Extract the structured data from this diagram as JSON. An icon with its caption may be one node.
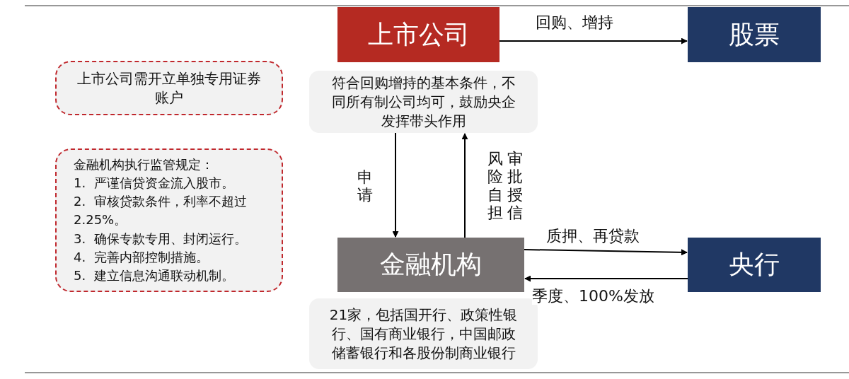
{
  "diagram": {
    "nodes": [
      {
        "text": [
          "上市公司"
        ]
      },
      {
        "text": [
          "股票"
        ]
      },
      {
        "text": [
          "符合回购增持的基本条件，不同所有制公司均可，鼓励央企发挥带头作用"
        ]
      },
      {
        "text": [
          "金融机构"
        ]
      },
      {
        "text": [
          "央行"
        ]
      },
      {
        "text": [
          "21家，包括国开行、政策性银行、国有商业银行，中国邮政储蓄银行和各股份制商业银行"
        ]
      },
      {
        "text": [
          "上市公司需开立单独专用证券账户"
        ]
      },
      {
        "text": [
          "金融机构执行监管规定：",
          "1.  严谨信贷资金流入股市。",
          "2.  审核贷款条件，利率不超过2.25%。",
          "3.  确保专款专用、封闭运行。",
          "4.  完善内部控制措施。",
          "5.  建立信息沟通联动机制。"
        ]
      }
    ],
    "edges": [
      {
        "from": 0,
        "to": 1,
        "arrow": "to",
        "label": "回购、增持"
      },
      {
        "from": 2,
        "to": 3,
        "arrow": "to",
        "label": "申请"
      },
      {
        "from": 3,
        "to": 2,
        "arrow": "to",
        "label": "审批授信"
      },
      {
        "from": 3,
        "to": 4,
        "arrow": "to",
        "label": "质押、再贷款"
      },
      {
        "from": 4,
        "to": 3,
        "arrow": "to",
        "label": "季度、100%发放"
      }
    ],
    "labels": [
      "风险自担"
    ]
  }
}
